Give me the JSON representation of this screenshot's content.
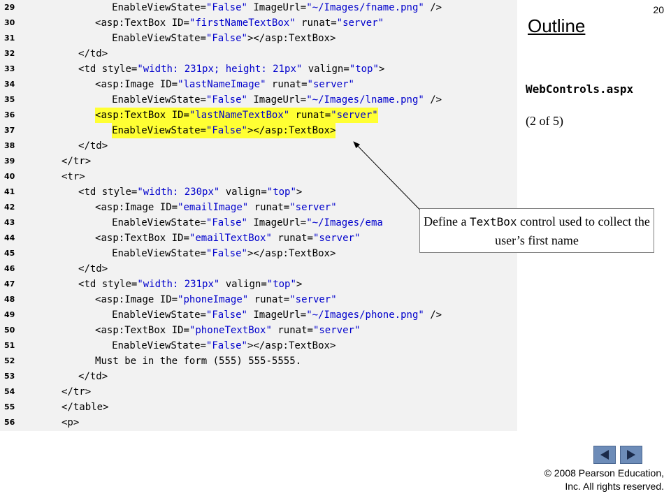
{
  "slide": {
    "page_number": "20",
    "outline_title": "Outline",
    "file_name": "WebControls.aspx",
    "part_label": "(2 of 5)"
  },
  "code": [
    {
      "num": "29",
      "segs": [
        [
          "t",
          "         EnableViewState="
        ],
        [
          "v",
          "\"False\""
        ],
        [
          "t",
          " ImageUrl="
        ],
        [
          "v",
          "\"~/Images/fname.png\""
        ],
        [
          "t",
          " />"
        ]
      ]
    },
    {
      "num": "30",
      "segs": [
        [
          "t",
          "      <asp:TextBox ID="
        ],
        [
          "v",
          "\"firstNameTextBox\""
        ],
        [
          "t",
          " runat="
        ],
        [
          "v",
          "\"server\""
        ]
      ]
    },
    {
      "num": "31",
      "segs": [
        [
          "t",
          "         EnableViewState="
        ],
        [
          "v",
          "\"False\""
        ],
        [
          "t",
          "></asp:TextBox>"
        ]
      ]
    },
    {
      "num": "32",
      "segs": [
        [
          "t",
          "   </td>"
        ]
      ]
    },
    {
      "num": "33",
      "segs": [
        [
          "t",
          "   <td style="
        ],
        [
          "v",
          "\"width: 231px; height: 21px\""
        ],
        [
          "t",
          " valign="
        ],
        [
          "v",
          "\"top\""
        ],
        [
          "t",
          ">"
        ]
      ]
    },
    {
      "num": "34",
      "segs": [
        [
          "t",
          "      <asp:Image ID="
        ],
        [
          "v",
          "\"lastNameImage\""
        ],
        [
          "t",
          " runat="
        ],
        [
          "v",
          "\"server\""
        ]
      ]
    },
    {
      "num": "35",
      "segs": [
        [
          "t",
          "         EnableViewState="
        ],
        [
          "v",
          "\"False\""
        ],
        [
          "t",
          " ImageUrl="
        ],
        [
          "v",
          "\"~/Images/lname.png\""
        ],
        [
          "t",
          " />"
        ]
      ]
    },
    {
      "num": "36",
      "hl": true,
      "segs": [
        [
          "t",
          "      <asp:TextBox ID="
        ],
        [
          "v",
          "\"lastNameTextBox\""
        ],
        [
          "t",
          " runat="
        ],
        [
          "v",
          "\"server\""
        ]
      ]
    },
    {
      "num": "37",
      "hl": true,
      "segs": [
        [
          "t",
          "         EnableViewState="
        ],
        [
          "v",
          "\"False\""
        ],
        [
          "t",
          "></asp:TextBox>"
        ]
      ]
    },
    {
      "num": "38",
      "segs": [
        [
          "t",
          "   </td>"
        ]
      ]
    },
    {
      "num": "39",
      "segs": [
        [
          "t",
          "</tr>"
        ]
      ]
    },
    {
      "num": "40",
      "segs": [
        [
          "t",
          "<tr>"
        ]
      ]
    },
    {
      "num": "41",
      "segs": [
        [
          "t",
          "   <td style="
        ],
        [
          "v",
          "\"width: 230px\""
        ],
        [
          "t",
          " valign="
        ],
        [
          "v",
          "\"top\""
        ],
        [
          "t",
          ">"
        ]
      ]
    },
    {
      "num": "42",
      "segs": [
        [
          "t",
          "      <asp:Image ID="
        ],
        [
          "v",
          "\"emailImage\""
        ],
        [
          "t",
          " runat="
        ],
        [
          "v",
          "\"server\""
        ]
      ]
    },
    {
      "num": "43",
      "segs": [
        [
          "t",
          "         EnableViewState="
        ],
        [
          "v",
          "\"False\""
        ],
        [
          "t",
          " ImageUrl="
        ],
        [
          "v",
          "\"~/Images/ema"
        ]
      ]
    },
    {
      "num": "44",
      "segs": [
        [
          "t",
          "      <asp:TextBox ID="
        ],
        [
          "v",
          "\"emailTextBox\""
        ],
        [
          "t",
          " runat="
        ],
        [
          "v",
          "\"server\""
        ]
      ]
    },
    {
      "num": "45",
      "segs": [
        [
          "t",
          "         EnableViewState="
        ],
        [
          "v",
          "\"False\""
        ],
        [
          "t",
          "></asp:TextBox>"
        ]
      ]
    },
    {
      "num": "46",
      "segs": [
        [
          "t",
          "   </td>"
        ]
      ]
    },
    {
      "num": "47",
      "segs": [
        [
          "t",
          "   <td style="
        ],
        [
          "v",
          "\"width: 231px\""
        ],
        [
          "t",
          " valign="
        ],
        [
          "v",
          "\"top\""
        ],
        [
          "t",
          ">"
        ]
      ]
    },
    {
      "num": "48",
      "segs": [
        [
          "t",
          "      <asp:Image ID="
        ],
        [
          "v",
          "\"phoneImage\""
        ],
        [
          "t",
          " runat="
        ],
        [
          "v",
          "\"server\""
        ]
      ]
    },
    {
      "num": "49",
      "segs": [
        [
          "t",
          "         EnableViewState="
        ],
        [
          "v",
          "\"False\""
        ],
        [
          "t",
          " ImageUrl="
        ],
        [
          "v",
          "\"~/Images/phone.png\""
        ],
        [
          "t",
          " />"
        ]
      ]
    },
    {
      "num": "50",
      "segs": [
        [
          "t",
          "      <asp:TextBox ID="
        ],
        [
          "v",
          "\"phoneTextBox\""
        ],
        [
          "t",
          " runat="
        ],
        [
          "v",
          "\"server\""
        ]
      ]
    },
    {
      "num": "51",
      "segs": [
        [
          "t",
          "         EnableViewState="
        ],
        [
          "v",
          "\"False\""
        ],
        [
          "t",
          "></asp:TextBox>"
        ]
      ]
    },
    {
      "num": "52",
      "segs": [
        [
          "t",
          "      Must be in the form (555) 555-5555."
        ]
      ]
    },
    {
      "num": "53",
      "segs": [
        [
          "t",
          "   </td>"
        ]
      ]
    },
    {
      "num": "54",
      "segs": [
        [
          "t",
          "</tr>"
        ]
      ]
    },
    {
      "num": "55",
      "segs": [
        [
          "t",
          "</table>"
        ]
      ]
    },
    {
      "num": "56",
      "segs": [
        [
          "t",
          "<p>"
        ]
      ]
    }
  ],
  "callout": {
    "text_before": "Define a ",
    "code_word": "TextBox",
    "text_after": " control used to collect the user’s first name"
  },
  "nav": {
    "prev_icon": "triangle-left-icon",
    "next_icon": "triangle-right-icon"
  },
  "copyright": {
    "line1": "© 2008 Pearson Education,",
    "line2": "Inc.  All rights reserved."
  }
}
